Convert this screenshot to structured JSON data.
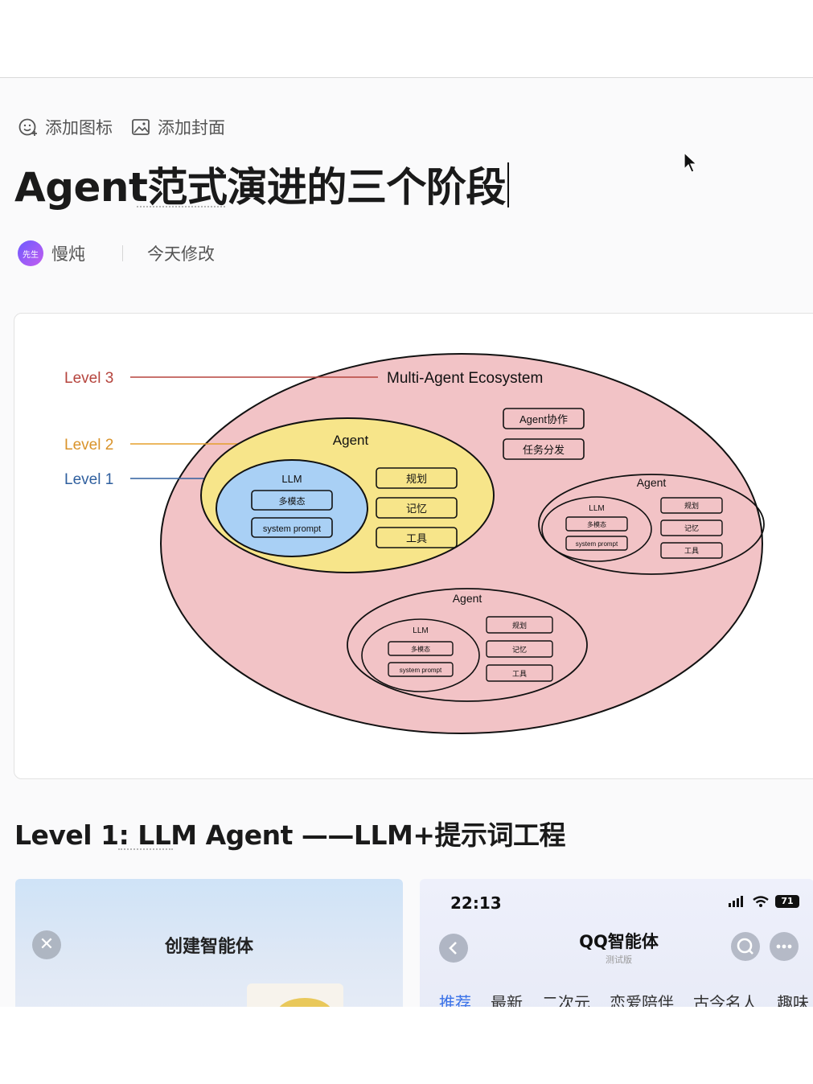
{
  "doc_actions": {
    "add_icon": "添加图标",
    "add_cover": "添加封面"
  },
  "title": "Agent范式演进的三个阶段",
  "meta": {
    "avatar_text": "先生",
    "author": "慢炖",
    "modified": "今天修改"
  },
  "diagram": {
    "levels": {
      "level3": "Level 3",
      "level2": "Level 2",
      "level1": "Level 1"
    },
    "ecosystem_label": "Multi-Agent Ecosystem",
    "ecosystem_boxes": [
      "Agent协作",
      "任务分发"
    ],
    "main_agent": {
      "label": "Agent",
      "llm_label": "LLM",
      "llm_boxes": [
        "多模态",
        "system prompt"
      ],
      "side_boxes": [
        "规划",
        "记忆",
        "工具"
      ]
    },
    "small_agent_right": {
      "label": "Agent",
      "llm_label": "LLM",
      "llm_boxes": [
        "多模态",
        "system prompt"
      ],
      "side_boxes": [
        "规划",
        "记忆",
        "工具"
      ]
    },
    "small_agent_bottom": {
      "label": "Agent",
      "llm_label": "LLM",
      "llm_boxes": [
        "多模态",
        "system prompt"
      ],
      "side_boxes": [
        "规划",
        "记忆",
        "工具"
      ]
    },
    "colors": {
      "level3_line": "#b5443d",
      "level2_line": "#e5a02c",
      "level1_line": "#2f5f9e",
      "ecosystem_fill": "#f2c3c6",
      "agent_fill": "#f7e58a",
      "llm_fill": "#a9d0f5"
    }
  },
  "section": {
    "heading": "Level 1: LLM Agent ——LLM+提示词工程"
  },
  "left_screenshot": {
    "title": "创建智能体",
    "close_glyph": "✕"
  },
  "right_screenshot": {
    "time": "22:13",
    "battery": "71",
    "title": "QQ智能体",
    "subtitle": "测试版",
    "tabs": [
      "推荐",
      "最新",
      "二次元",
      "恋爱陪伴",
      "古今名人",
      "趣味"
    ]
  }
}
